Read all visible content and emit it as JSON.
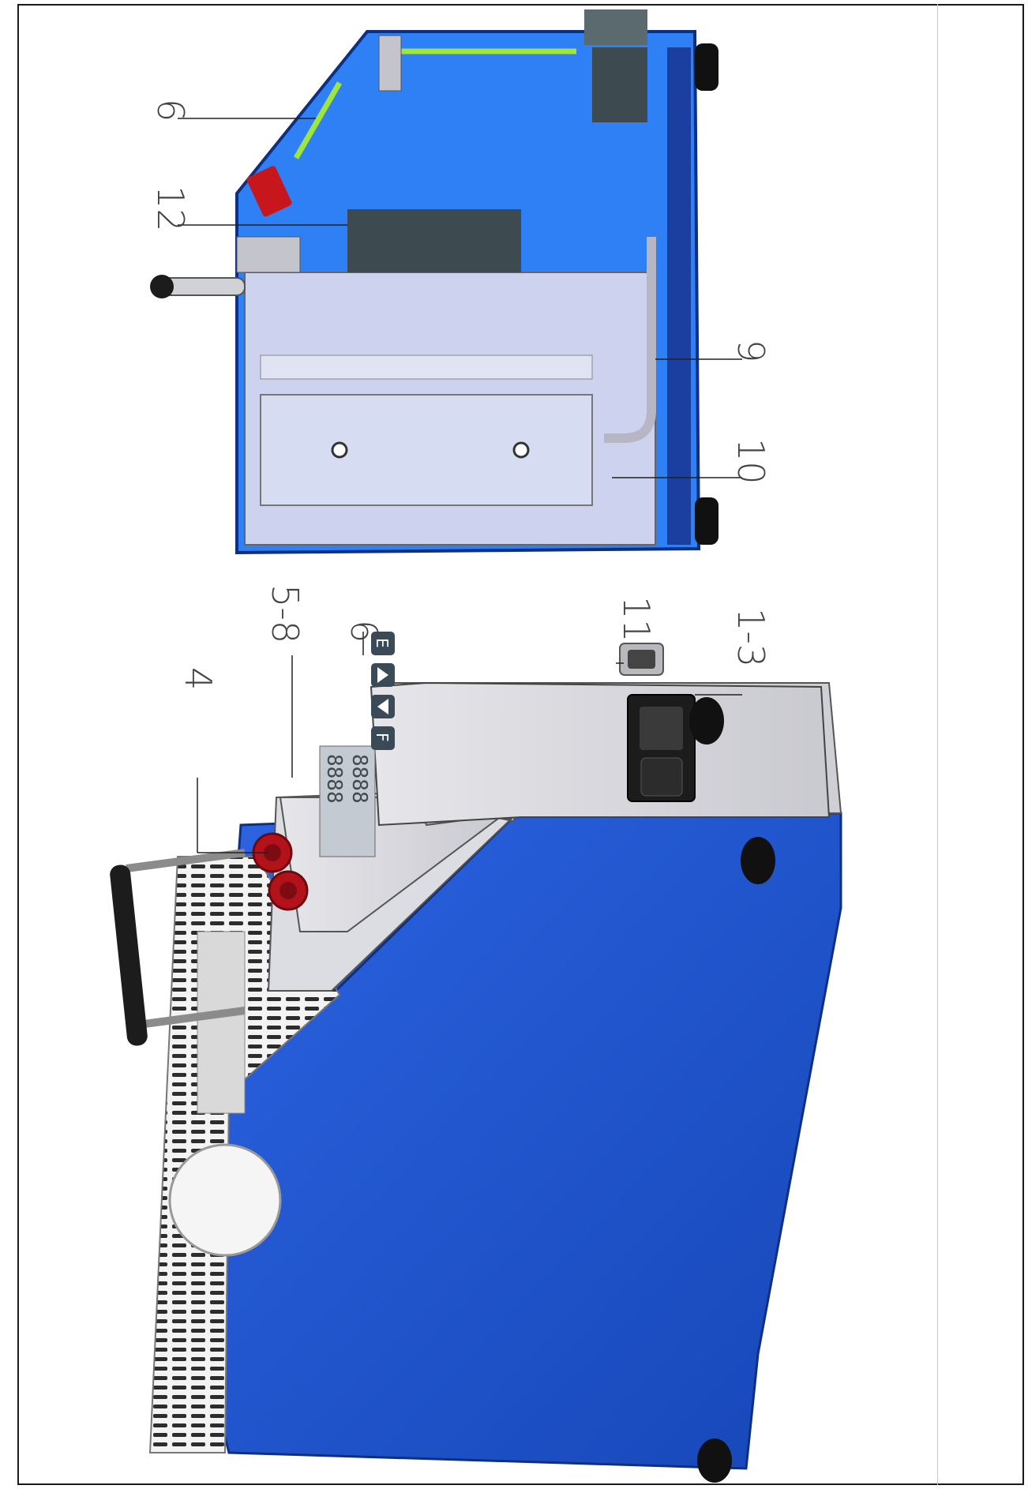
{
  "figure": {
    "title": "",
    "callouts": {
      "c1_3": "1-3",
      "c4": "4",
      "c5_8": "5-8",
      "c6_panel": "6",
      "c11": "11",
      "c6_top": "6",
      "c12": "12",
      "c9": "9",
      "c10": "10"
    },
    "panel_labels": {
      "f_key": "F",
      "e_key": "E",
      "display_top": "8888",
      "display_bottom": "8888"
    },
    "colors": {
      "housing_blue": "#2159d6",
      "internal_blue": "#2f7ff5",
      "panel_silver": "#d6d6dc",
      "accent_green": "#9ee63c",
      "red_part": "#c8161d",
      "dark_block": "#3d4a4f"
    }
  }
}
